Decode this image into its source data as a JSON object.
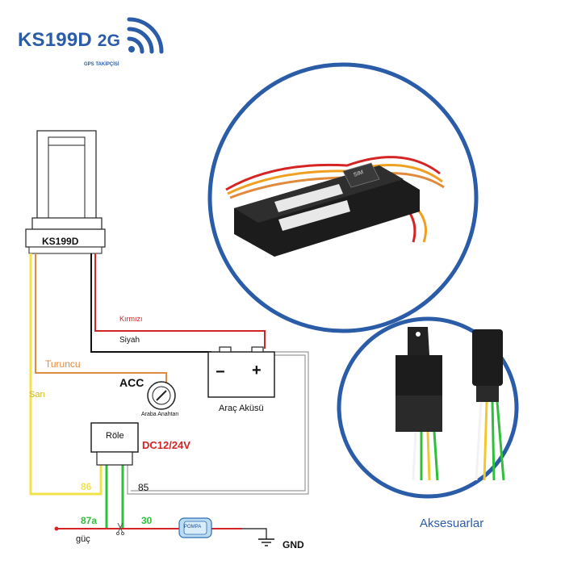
{
  "brand": {
    "model": "KS199D",
    "network": "2G",
    "subtitle": "GPS TAKİPÇİSİ",
    "color": "#2b5ca8"
  },
  "device": {
    "label": "KS199D"
  },
  "wires": {
    "red_label": "Kırmızı",
    "black_label": "Siyah",
    "orange_label": "Turuncu",
    "yellow_label": "Sarı",
    "colors": {
      "red": "#d42424",
      "black": "#111111",
      "orange": "#e08a3c",
      "yellow": "#f2e24a",
      "green": "#2fbf3a",
      "gray": "#9a9a9a"
    }
  },
  "battery": {
    "minus": "−",
    "plus": "+",
    "label": "Araç Aküsü"
  },
  "ignition": {
    "title": "ACC",
    "label": "Araba Anahtarı"
  },
  "relay": {
    "label": "Röle",
    "voltage": "DC12/24V",
    "pin86": "86",
    "pin85": "85",
    "pin87a": "87a",
    "pin30": "30"
  },
  "power": {
    "label": "güç"
  },
  "pump": {
    "label": "POMPA"
  },
  "ground": {
    "label": "GND"
  },
  "accessories": {
    "label": "Aksesuarlar"
  },
  "product": {
    "sim_label": "SIM"
  }
}
